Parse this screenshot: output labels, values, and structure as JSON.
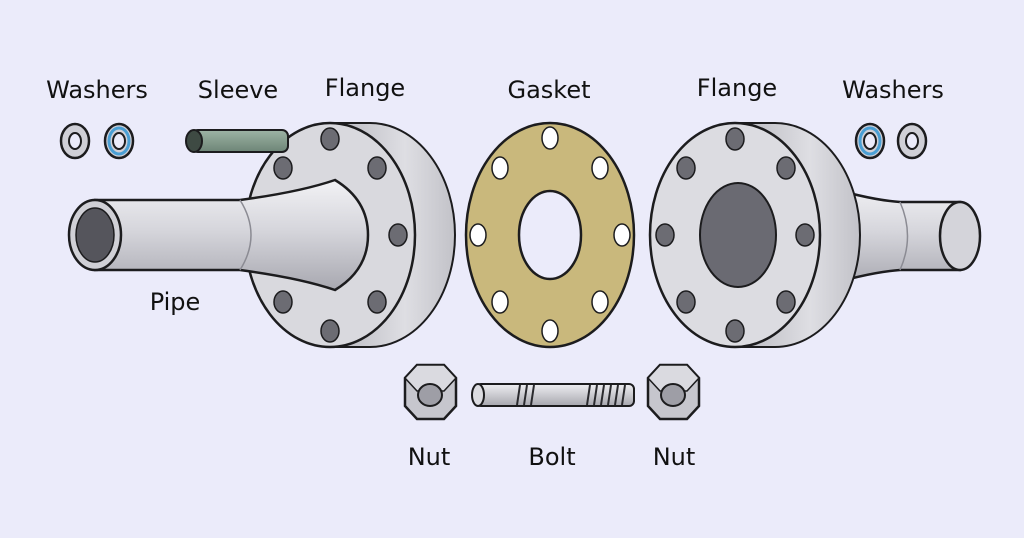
{
  "labels": {
    "washers_left": "Washers",
    "sleeve": "Sleeve",
    "flange_left": "Flange",
    "gasket": "Gasket",
    "flange_right": "Flange",
    "washers_right": "Washers",
    "pipe": "Pipe",
    "nut_left": "Nut",
    "bolt": "Bolt",
    "nut_right": "Nut"
  },
  "colors": {
    "background": "#ebebfa",
    "metal": "#d2d2d8",
    "metal_dark": "#9a9aa3",
    "gasket": "#c9b87c",
    "sleeve": "#7f9789",
    "washer_blue": "#4a9fd4",
    "outline": "#1c1c1e"
  }
}
